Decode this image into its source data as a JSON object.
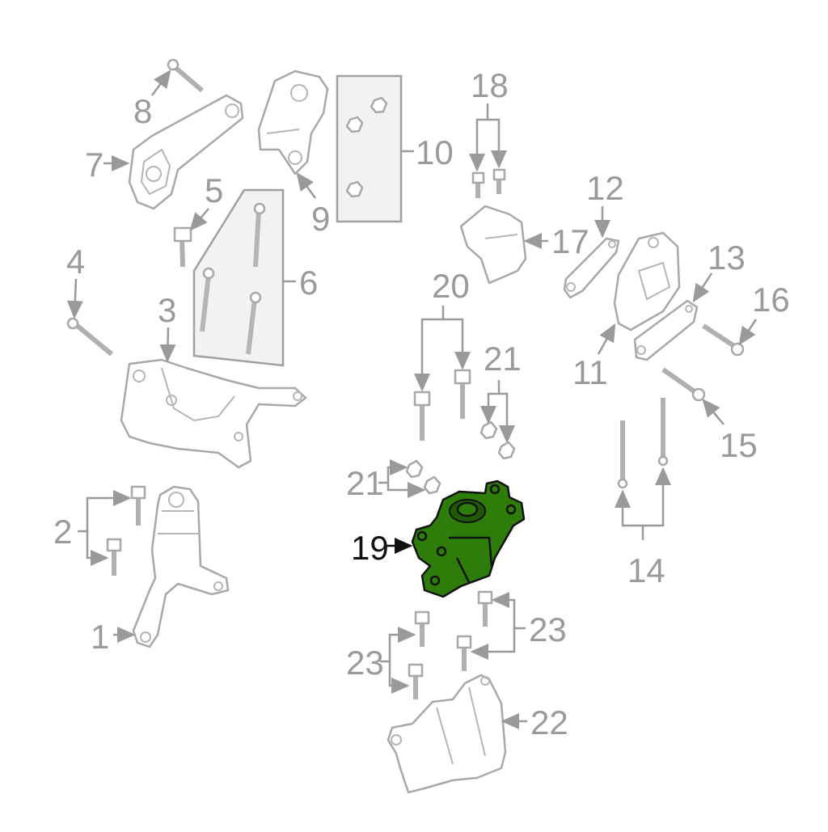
{
  "labels": {
    "l1": "1",
    "l2": "2",
    "l3": "3",
    "l4": "4",
    "l5": "5",
    "l6": "6",
    "l7": "7",
    "l8": "8",
    "l9": "9",
    "l10": "10",
    "l11": "11",
    "l12": "12",
    "l13": "13",
    "l14": "14",
    "l15": "15",
    "l16": "16",
    "l17": "17",
    "l18": "18",
    "l19": "19",
    "l20": "20",
    "l21a": "21",
    "l21b": "21",
    "l22": "22",
    "l23a": "23",
    "l23b": "23"
  },
  "highlight": {
    "part_number": "19",
    "color": "#2e7d0a"
  },
  "colors": {
    "line": "#9a9a9a",
    "highlight_label": "#111111"
  }
}
